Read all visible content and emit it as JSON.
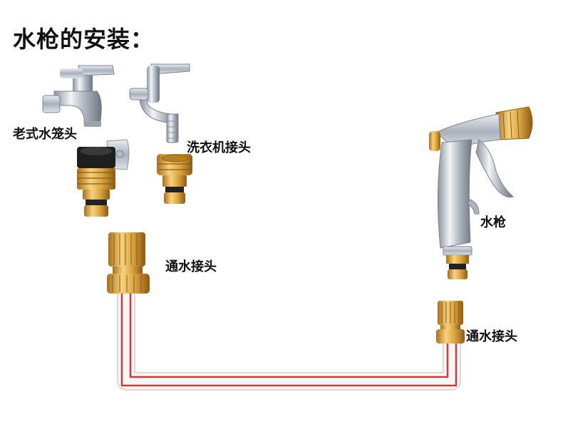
{
  "title": "水枪的安装：",
  "labels": {
    "old_faucet_adapter": "老式水笼头",
    "washing_machine_adapter": "洗衣机接头",
    "water_gun": "水枪",
    "connector_left": "通水接头",
    "connector_right": "通水接头"
  },
  "colors": {
    "brass": "#d9a441",
    "chrome": "#c9ced6",
    "hose_red": "#d23a3a",
    "hose_white": "#f1f1f1"
  }
}
